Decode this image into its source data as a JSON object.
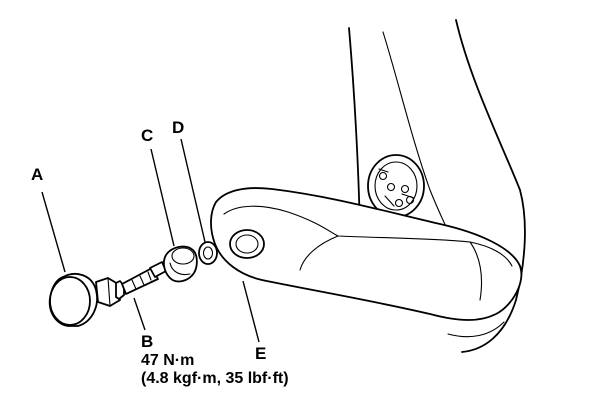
{
  "callouts": {
    "a": "A",
    "b": "B",
    "c": "C",
    "d": "D",
    "e": "E"
  },
  "torque_spec": {
    "line1": "47 N·m",
    "line2": "(4.8 kgf·m, 35 lbf·ft)"
  }
}
